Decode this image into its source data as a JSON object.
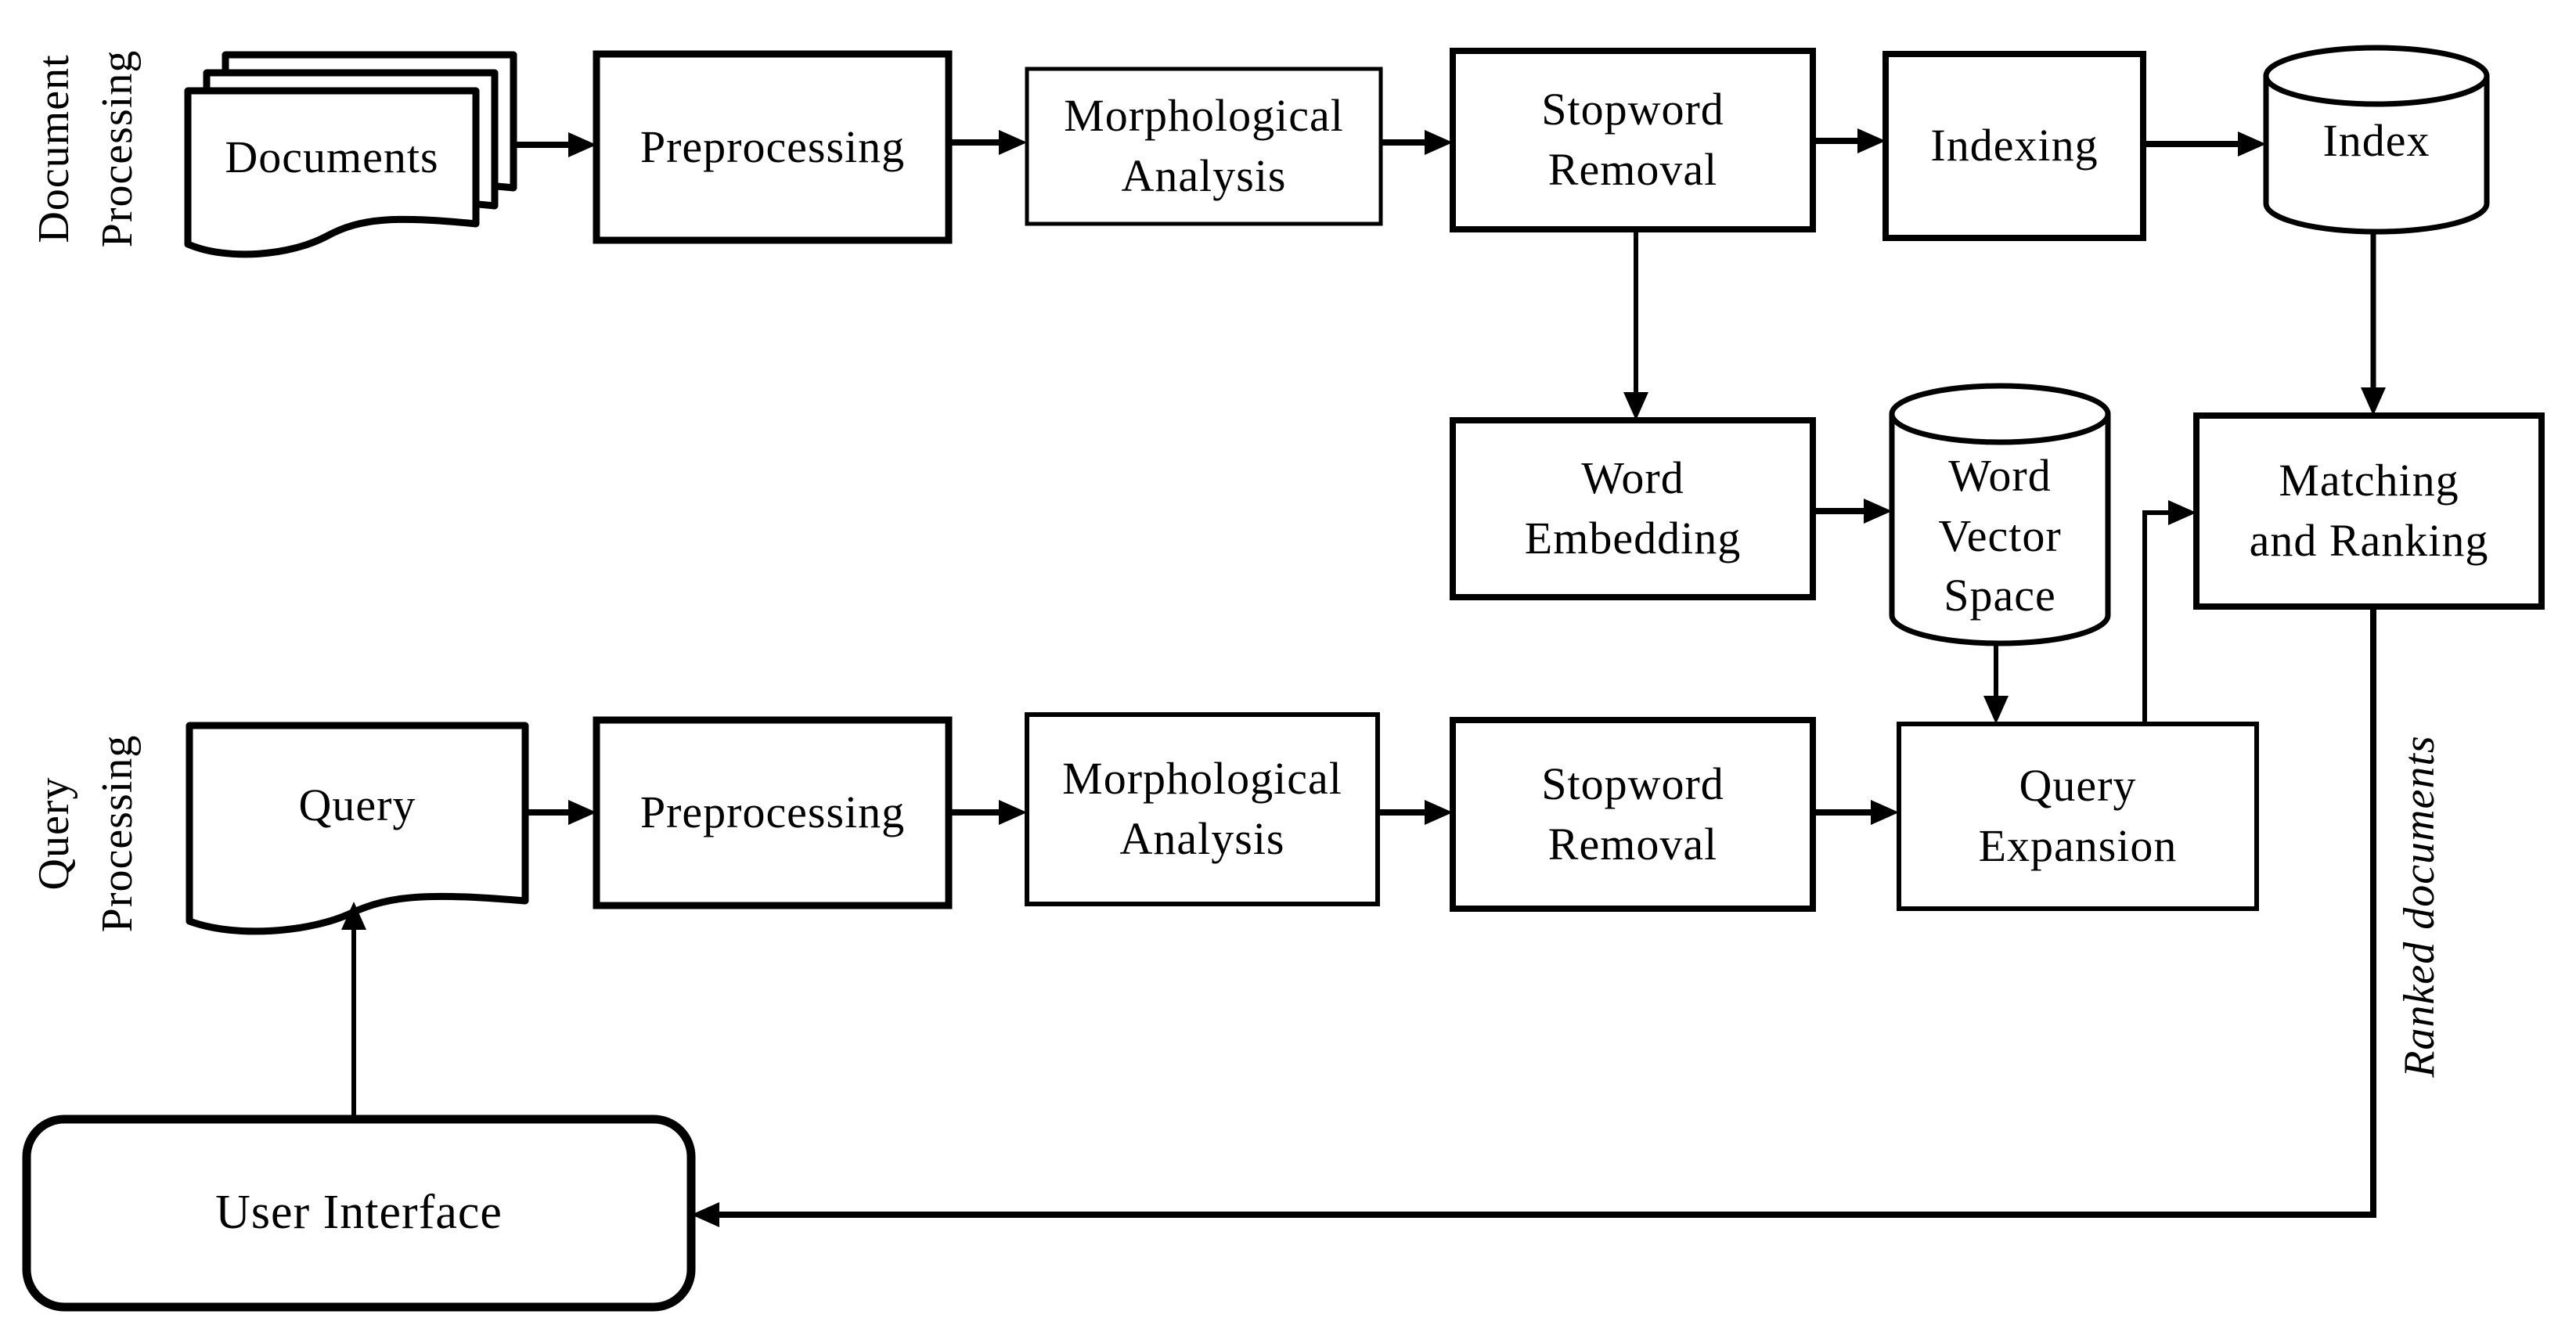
{
  "lanes": {
    "document_processing": "Document\nProcessing",
    "query_processing": "Query\nProcessing"
  },
  "document_flow": {
    "documents": "Documents",
    "preprocessing": "Preprocessing",
    "morphological_analysis": "Morphological\nAnalysis",
    "stopword_removal": "Stopword\nRemoval",
    "indexing": "Indexing",
    "index_store": "Index"
  },
  "embedding_flow": {
    "word_embedding": "Word\nEmbedding",
    "word_vector_space": "Word\nVector\nSpace",
    "matching_and_ranking": "Matching\nand Ranking"
  },
  "query_flow": {
    "query": "Query",
    "preprocessing": "Preprocessing",
    "morphological_analysis": "Morphological\nAnalysis",
    "stopword_removal": "Stopword\nRemoval",
    "query_expansion": "Query\nExpansion",
    "user_interface": "User Interface"
  },
  "edge_labels": {
    "ranked_documents": "Ranked documents"
  },
  "colors": {
    "stroke": "#000000",
    "background": "#ffffff"
  }
}
